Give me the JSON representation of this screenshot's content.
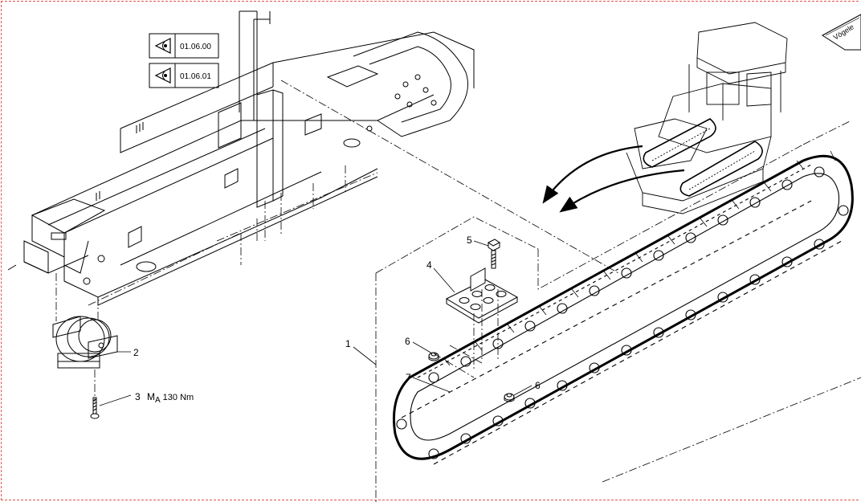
{
  "references": [
    {
      "code": "01.06.00"
    },
    {
      "code": "01.06.01"
    }
  ],
  "brand": "Vögele",
  "callouts": {
    "c1": "1",
    "c2": "2",
    "c3": "3",
    "c4": "4",
    "c5": "5",
    "c6a": "6",
    "c6b": "6",
    "c7": "7"
  },
  "torque": {
    "symbol": "M",
    "subscript": "A",
    "value": "130 Nm"
  },
  "colors": {
    "line": "#000000",
    "frame": "#e0554a",
    "paper": "#ffffff"
  },
  "icons": [
    "view-eye-icon",
    "vogele-logo-icon"
  ]
}
